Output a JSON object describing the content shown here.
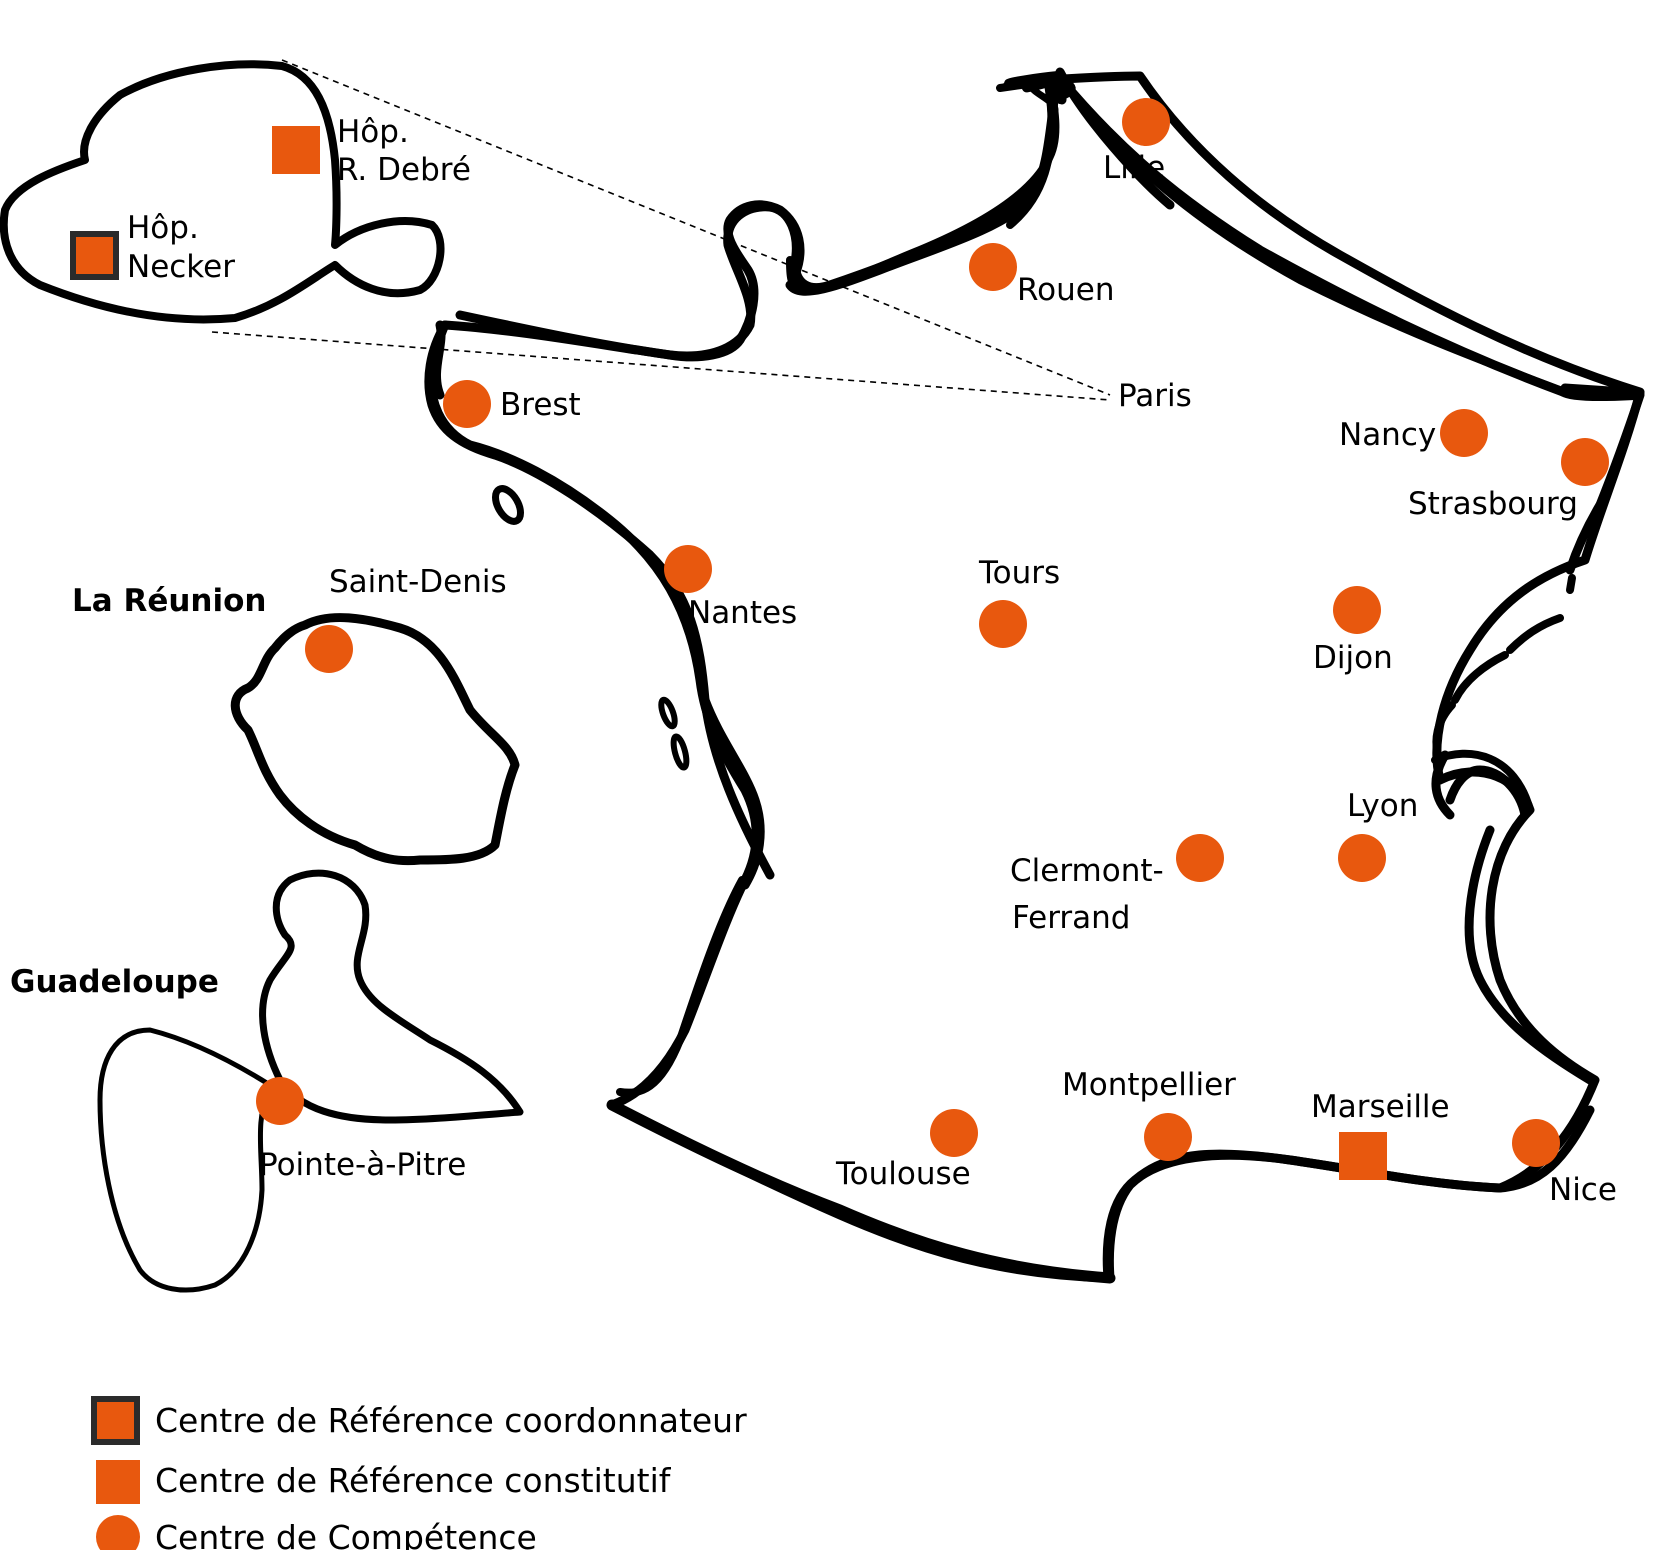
{
  "colors": {
    "marker": "#E8580E",
    "outline": "#2b2b2b",
    "ink": "#000000"
  },
  "cities": {
    "lille": "Lille",
    "rouen": "Rouen",
    "paris": "Paris",
    "brest": "Brest",
    "nancy": "Nancy",
    "strasbourg": "Strasbourg",
    "nantes": "Nantes",
    "tours": "Tours",
    "dijon": "Dijon",
    "lyon": "Lyon",
    "clermont_1": "Clermont-",
    "clermont_2": "Ferrand",
    "montpellier": "Montpellier",
    "marseille": "Marseille",
    "toulouse": "Toulouse",
    "nice": "Nice",
    "saint_denis": "Saint-Denis",
    "pointe_a_pitre": "Pointe-à-Pitre"
  },
  "paris_inset": {
    "debre_1": "Hôp.",
    "debre_2": "R. Debré",
    "necker_1": "Hôp.",
    "necker_2": "Necker"
  },
  "regions": {
    "reunion": "La Réunion",
    "guadeloupe": "Guadeloupe"
  },
  "legend": {
    "coordinator": "Centre de Référence coordonnateur",
    "constituent": "Centre de Référence constitutif",
    "competence": "Centre de Compétence"
  }
}
